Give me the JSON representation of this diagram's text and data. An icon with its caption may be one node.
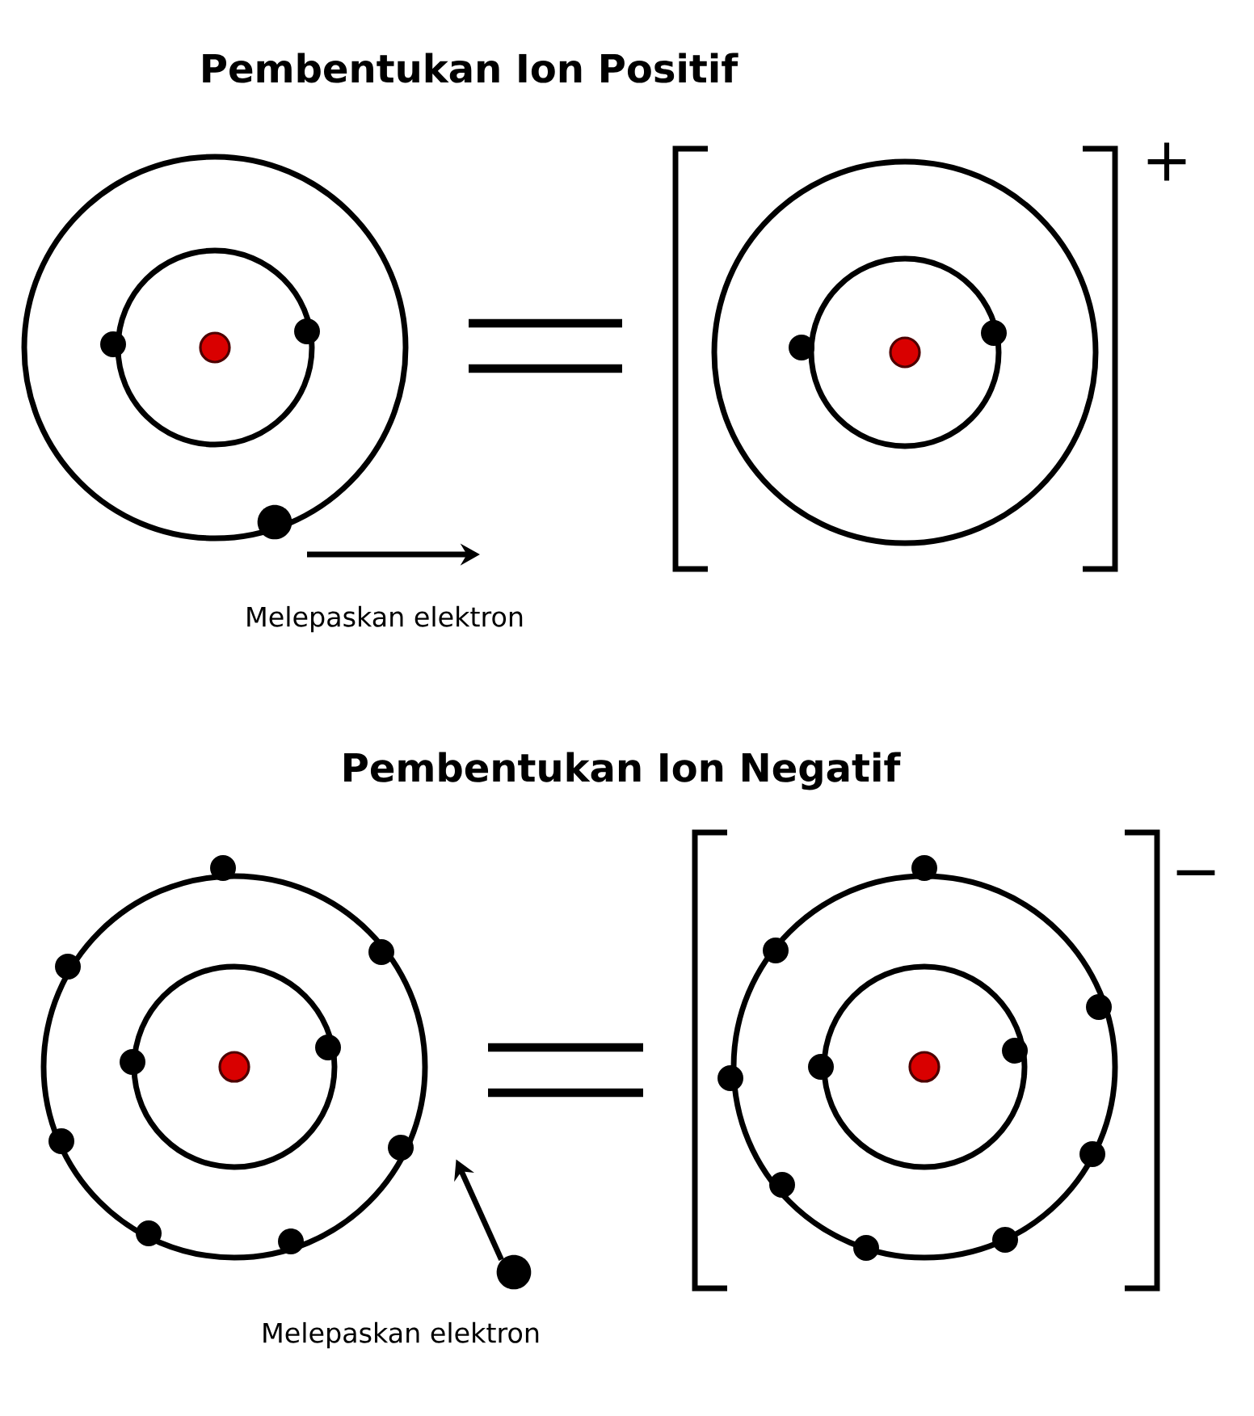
{
  "diagram": {
    "nodes": [
      {
        "text": [],
        "shape": "circle"
      },
      {
        "text": [],
        "shape": "circle"
      }
    ],
    "edges": [
      {
        "from": 0,
        "to": null,
        "arrow": "to"
      },
      {
        "from": 1,
        "to": null,
        "arrow": "to"
      }
    ],
    "labels": [
      "Pembentukan Ion Positif",
      "+",
      "Melepaskan elektron",
      "Pembentukan Ion Negatif",
      "−",
      "Melepaskan elektron"
    ]
  }
}
